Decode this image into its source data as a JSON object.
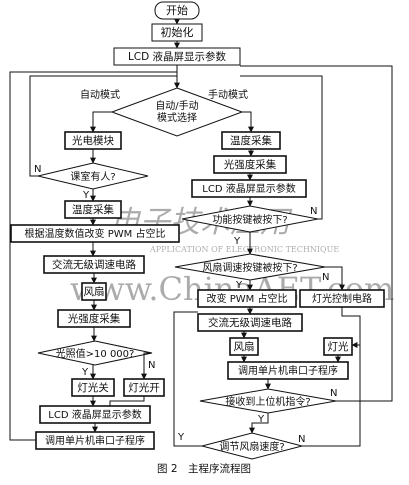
{
  "figure": {
    "caption": "图 2　主程序流程图",
    "watermark": {
      "text1": "电子技术应用",
      "text2": "APPLICATION OF ELECTRONIC TECHNIQUE",
      "text3": "www.ChinaAET.com"
    }
  },
  "nodes": {
    "start": "开始",
    "init": "初始化",
    "lcd1": "LCD 液晶屏显示参数",
    "mode_select": [
      "自动/手动",
      "模式选择"
    ],
    "light_module": "光电模块",
    "classroom": "课室有人?",
    "temp_a": "温度采集",
    "pwm_adjust": "根据温度数值改变 PWM 占空比",
    "ac_speed_a": "交流无级调速电路",
    "fan_a": "风扇",
    "light_a": "光强度采集",
    "light_threshold": "光照值>10 000?",
    "lamp_off": "灯光关",
    "lamp_on": "灯光开",
    "lcd_a": "LCD 液晶屏显示参数",
    "serial_a": "调用单片机串口子程序",
    "temp_m": "温度采集",
    "light_m": "光强度采集",
    "lcd_m": "LCD 液晶屏显示参数",
    "func_key": "功能按键被按下?",
    "fan_key": "风扇调速按键被按下?",
    "pwm_change": "改变 PWM 占空比",
    "lamp_ctrl": "灯光控制电路",
    "ac_speed_m": "交流无级调速电路",
    "fan_m": "风扇",
    "lamp_m": "灯光",
    "serial_m": "调用单片机串口子程序",
    "pc_cmd": "接收到上位机指令?",
    "fan_speed": "调节风扇速度?"
  },
  "labels": {
    "auto_mode": "自动模式",
    "manual_mode": "手动模式",
    "yes": "Y",
    "no": "N"
  }
}
